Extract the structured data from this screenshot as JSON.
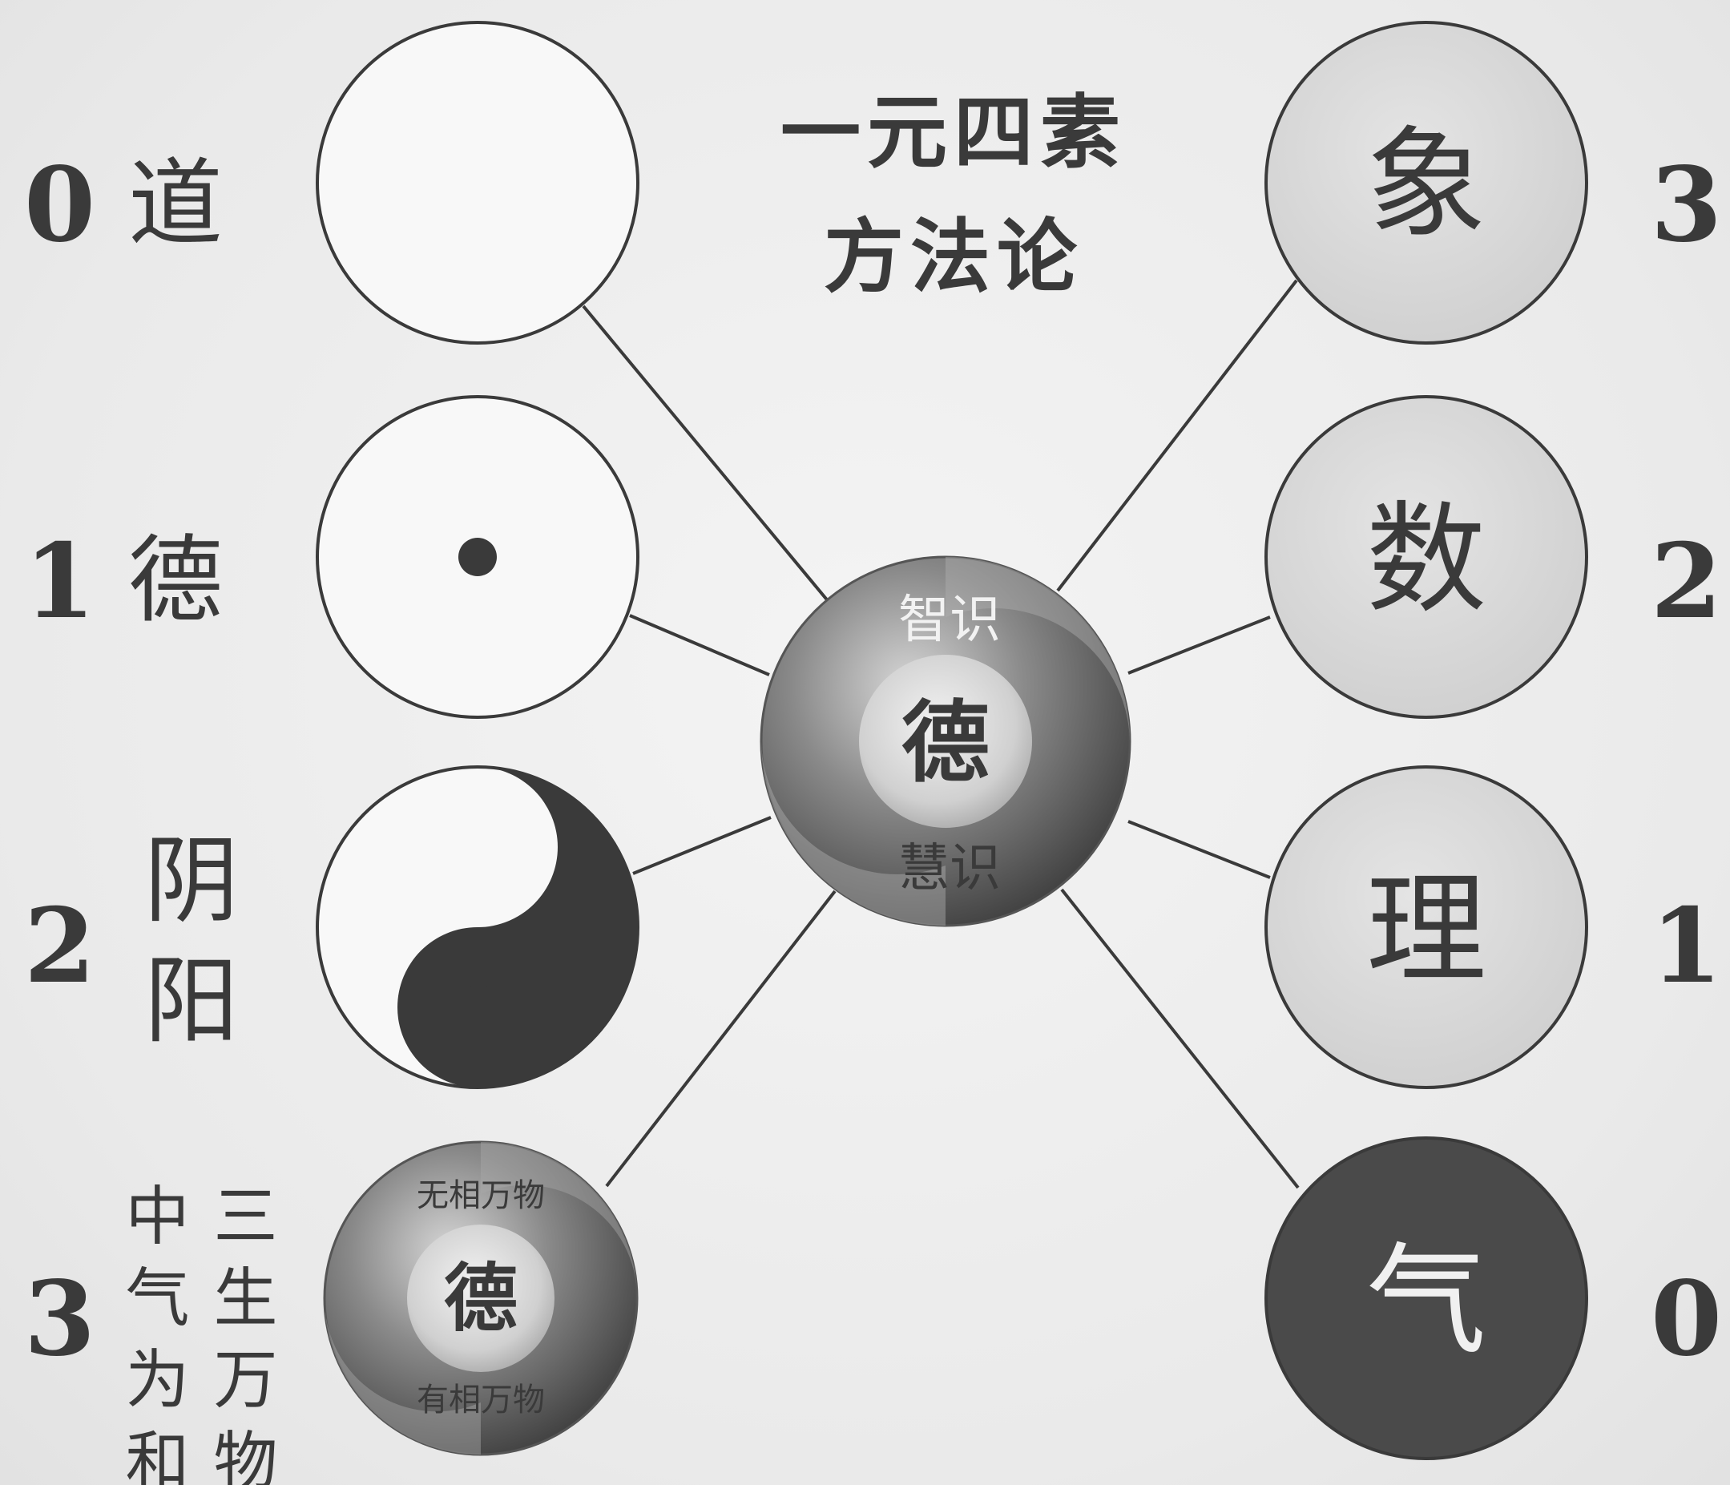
{
  "title_line1": "一元四素",
  "title_line2": "方法论",
  "left_items": [
    {
      "number": "0",
      "label": "道"
    },
    {
      "number": "1",
      "label": "德"
    },
    {
      "number": "2",
      "label_line1": "阴",
      "label_line2": "阳"
    },
    {
      "number": "3",
      "label_col1": "中气为和",
      "label_col2": "三生万物"
    }
  ],
  "right_items": [
    {
      "char": "象",
      "number": "3"
    },
    {
      "char": "数",
      "number": "2"
    },
    {
      "char": "理",
      "number": "1"
    },
    {
      "char": "气",
      "number": "0"
    }
  ],
  "center": {
    "top_label": "智识",
    "center_char": "德",
    "bottom_label": "慧识"
  },
  "small_orb": {
    "top_label": "无相万物",
    "center_char": "德",
    "bottom_label": "有相万物"
  },
  "colors": {
    "ink": "#3a3a3a",
    "background": "#ececec",
    "light_circle": "#d9d9d9",
    "dark_circle": "#4a4a4a"
  }
}
